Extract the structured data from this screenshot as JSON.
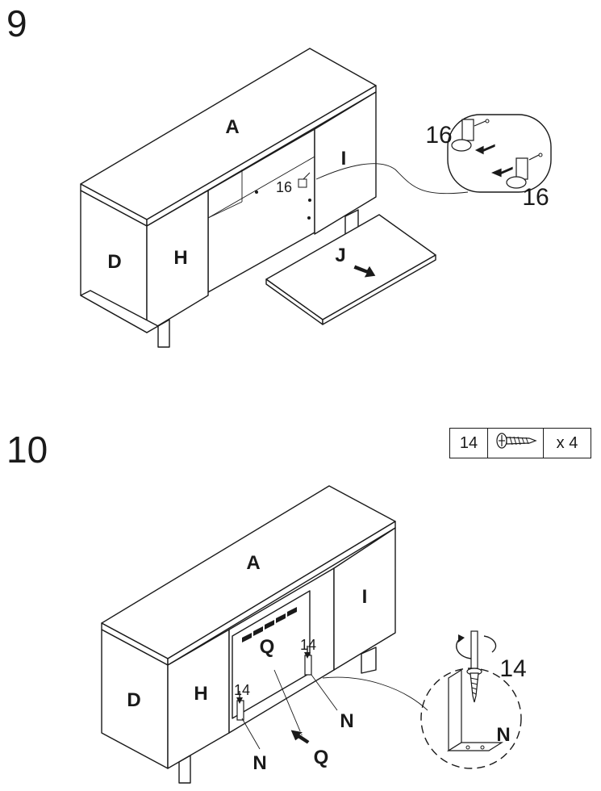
{
  "steps": [
    {
      "number": "9",
      "parts": {
        "top": "A",
        "left_side": "D",
        "door_left": "H",
        "door_right": "I",
        "shelf": "J"
      },
      "hardware_callouts": [
        "16",
        "16",
        "16"
      ]
    },
    {
      "number": "10",
      "parts": {
        "top": "A",
        "left_side": "D",
        "door_left": "H",
        "door_right": "I",
        "back_panel": "Q",
        "back_panel_arrow": "Q",
        "bracket_left": "N",
        "bracket_right": "N",
        "bracket_detail": "N"
      },
      "hardware_callouts": [
        "14",
        "14",
        "14"
      ],
      "hardware_table": {
        "part_number": "14",
        "icon": "screw-icon",
        "quantity": "x 4"
      }
    }
  ]
}
